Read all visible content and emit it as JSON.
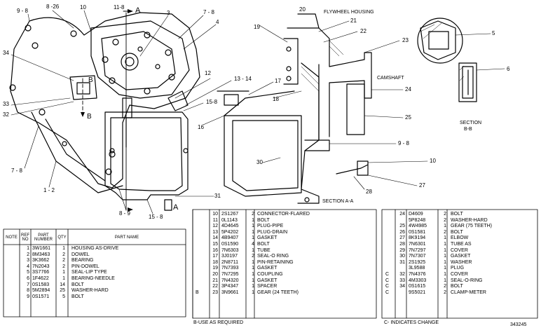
{
  "callouts": {
    "c9_8": "9 - 8",
    "c8_26": "8 -26",
    "c10": "10",
    "c11_8": "11-8",
    "cA_top": "A",
    "c3": "3",
    "c7_8a": "7 - 8",
    "c4": "4",
    "c34": "34",
    "cB1": "B",
    "c33": "33",
    "c32": "32",
    "cB2": "B",
    "c12": "12",
    "c13_14": "13 - 14",
    "c15_8a": "15-8",
    "c7_8b": "7 - 8",
    "c1_2": "1 - 2",
    "c8_9": "8 - 9",
    "c15_8b": "15 - 8",
    "cA_bot": "A",
    "c31": "31",
    "c20": "20",
    "c19": "19",
    "c21": "21",
    "c22": "22",
    "c23": "23",
    "c17": "17",
    "c16": "16",
    "c18": "18",
    "c24": "24",
    "c25": "25",
    "c9_8b": "9 - 8",
    "c30": "30",
    "c10b": "10",
    "c27": "27",
    "c28": "28",
    "c5": "5",
    "c6": "6",
    "flywheel": "FLYWHEEL HOUSING",
    "camshaft": "CAMSHAFT",
    "section_aa": "SECTION  A-A",
    "section_bb_1": "SECTION",
    "section_bb_2": "B-B"
  },
  "table1": {
    "headers": {
      "note": "NOTE",
      "ref": "REF NO",
      "part": "PART NUMBER",
      "qty": "QTY",
      "name": "PART NAME"
    },
    "rows": [
      {
        "note": "",
        "ref": "1",
        "part": "3W1661",
        "qty": "1",
        "name": "HOUSING AS-DRIVE"
      },
      {
        "note": "",
        "ref": "2",
        "part": "8M3463",
        "qty": "2",
        "name": "DOWEL"
      },
      {
        "note": "",
        "ref": "3",
        "part": "3K3662",
        "qty": "2",
        "name": "BEARING"
      },
      {
        "note": "",
        "ref": "4",
        "part": "7N2043",
        "qty": "2",
        "name": "PIN-DOWEL"
      },
      {
        "note": "",
        "ref": "5",
        "part": "3S7766",
        "qty": "1",
        "name": "SEAL-LIP TYPE"
      },
      {
        "note": "",
        "ref": "6",
        "part": "1F4622",
        "qty": "1",
        "name": "BEARING-NEEDLE"
      },
      {
        "note": "",
        "ref": "7",
        "part": "0S1583",
        "qty": "14",
        "name": "BOLT"
      },
      {
        "note": "",
        "ref": "8",
        "part": "5M2894",
        "qty": "25",
        "name": "WASHER-HARD"
      },
      {
        "note": "",
        "ref": "9",
        "part": "0S1571",
        "qty": "5",
        "name": "BOLT"
      }
    ]
  },
  "table2": {
    "rows": [
      {
        "note": "",
        "ref": "10",
        "part": "2S1267",
        "qty": "2",
        "name": "CONNECTOR-FLARED"
      },
      {
        "note": "",
        "ref": "11",
        "part": "0L1143",
        "qty": "1",
        "name": "BOLT"
      },
      {
        "note": "",
        "ref": "12",
        "part": "4D4645",
        "qty": "1",
        "name": "PLUG-PIPE"
      },
      {
        "note": "",
        "ref": "13",
        "part": "5P4202",
        "qty": "1",
        "name": "PLUG-DRAIN"
      },
      {
        "note": "",
        "ref": "14",
        "part": "4B9407",
        "qty": "1",
        "name": "GASKET"
      },
      {
        "note": "",
        "ref": "15",
        "part": "0S1590",
        "qty": "4",
        "name": "BOLT"
      },
      {
        "note": "",
        "ref": "16",
        "part": "7N6303",
        "qty": "1",
        "name": "TUBE"
      },
      {
        "note": "",
        "ref": "17",
        "part": "3J0197",
        "qty": "2",
        "name": "SEAL-O RING"
      },
      {
        "note": "",
        "ref": "18",
        "part": "2N8711",
        "qty": "1",
        "name": "PIN-RETAINING"
      },
      {
        "note": "",
        "ref": "19",
        "part": "7N7393",
        "qty": "1",
        "name": "GASKET"
      },
      {
        "note": "",
        "ref": "20",
        "part": "7N7295",
        "qty": "1",
        "name": "COUPLING"
      },
      {
        "note": "",
        "ref": "21",
        "part": "7N4320",
        "qty": "1",
        "name": "GASKET"
      },
      {
        "note": "",
        "ref": "22",
        "part": "3P4347",
        "qty": "1",
        "name": "SPACER"
      },
      {
        "note": "B",
        "ref": "23",
        "part": "3N9661",
        "qty": "1",
        "name": "GEAR (24 TEETH)"
      }
    ],
    "footnote": "B-USE AS REQUIRED"
  },
  "table3": {
    "rows": [
      {
        "note": "",
        "ref": "24",
        "part": "D4609",
        "qty": "2",
        "name": "BOLT"
      },
      {
        "note": "",
        "ref": "",
        "part": "5P8248",
        "qty": "2",
        "name": "WASHER-HARD"
      },
      {
        "note": "",
        "ref": "25",
        "part": "4W4985",
        "qty": "1",
        "name": "GEAR (75 TEETH)"
      },
      {
        "note": "",
        "ref": "26",
        "part": "0S1581",
        "qty": "2",
        "name": "BOLT"
      },
      {
        "note": "",
        "ref": "27",
        "part": "8K9194",
        "qty": "1",
        "name": "ELBOW"
      },
      {
        "note": "",
        "ref": "28",
        "part": "7N6301",
        "qty": "1",
        "name": "TUBE AS"
      },
      {
        "note": "",
        "ref": "29",
        "part": "7N7297",
        "qty": "1",
        "name": "COVER"
      },
      {
        "note": "",
        "ref": "30",
        "part": "7N7307",
        "qty": "1",
        "name": "GASKET"
      },
      {
        "note": "",
        "ref": "31",
        "part": "2S1925",
        "qty": "1",
        "name": "WASHER"
      },
      {
        "note": "",
        "ref": "",
        "part": "3L9588",
        "qty": "1",
        "name": "PLUG"
      },
      {
        "note": "C",
        "ref": "32",
        "part": "7N4376",
        "qty": "1",
        "name": "COVER"
      },
      {
        "note": "C",
        "ref": "33",
        "part": "4M3303",
        "qty": "1",
        "name": "SEAL-O-RING"
      },
      {
        "note": "C",
        "ref": "34",
        "part": "0S1615",
        "qty": "2",
        "name": "BOLT"
      },
      {
        "note": "C",
        "ref": "",
        "part": "9S5021",
        "qty": "2",
        "name": "CLAMP-METER"
      }
    ],
    "footnote": "C- INDICATES CHANGE"
  },
  "drawing_id": "343245"
}
